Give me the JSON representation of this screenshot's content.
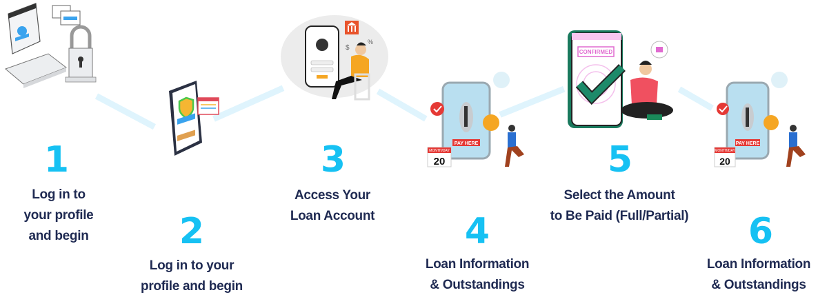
{
  "title": "Loan repayment steps",
  "accent_color": "#16c1f3",
  "text_color": "#1f2a52",
  "steps": [
    {
      "number": "1",
      "label_lines": [
        "Log in to",
        "your profile",
        "and begin"
      ],
      "illustration": "laptop-login-lock"
    },
    {
      "number": "2",
      "label_lines": [
        "Log in to your",
        "profile and begin"
      ],
      "illustration": "phone-security-shield"
    },
    {
      "number": "3",
      "label_lines": [
        "Access Your",
        "Loan Account"
      ],
      "illustration": "person-with-bank-app"
    },
    {
      "number": "4",
      "label_lines": [
        "Loan Information",
        "& Outstandings"
      ],
      "illustration": "pay-here-phone"
    },
    {
      "number": "5",
      "label_lines": [
        "Select the Amount",
        "to Be Paid (Full/Partial)"
      ],
      "illustration": "confirmed-payment-phone"
    },
    {
      "number": "6",
      "label_lines": [
        "Loan Information",
        "& Outstandings"
      ],
      "illustration": "pay-here-phone"
    }
  ],
  "illustration_text": {
    "pay_here": "PAY HERE",
    "month_day": "MONTH/DAY",
    "calendar_day": "20",
    "confirmed": "CONFIRMED",
    "percent": "%",
    "dollar": "$"
  }
}
